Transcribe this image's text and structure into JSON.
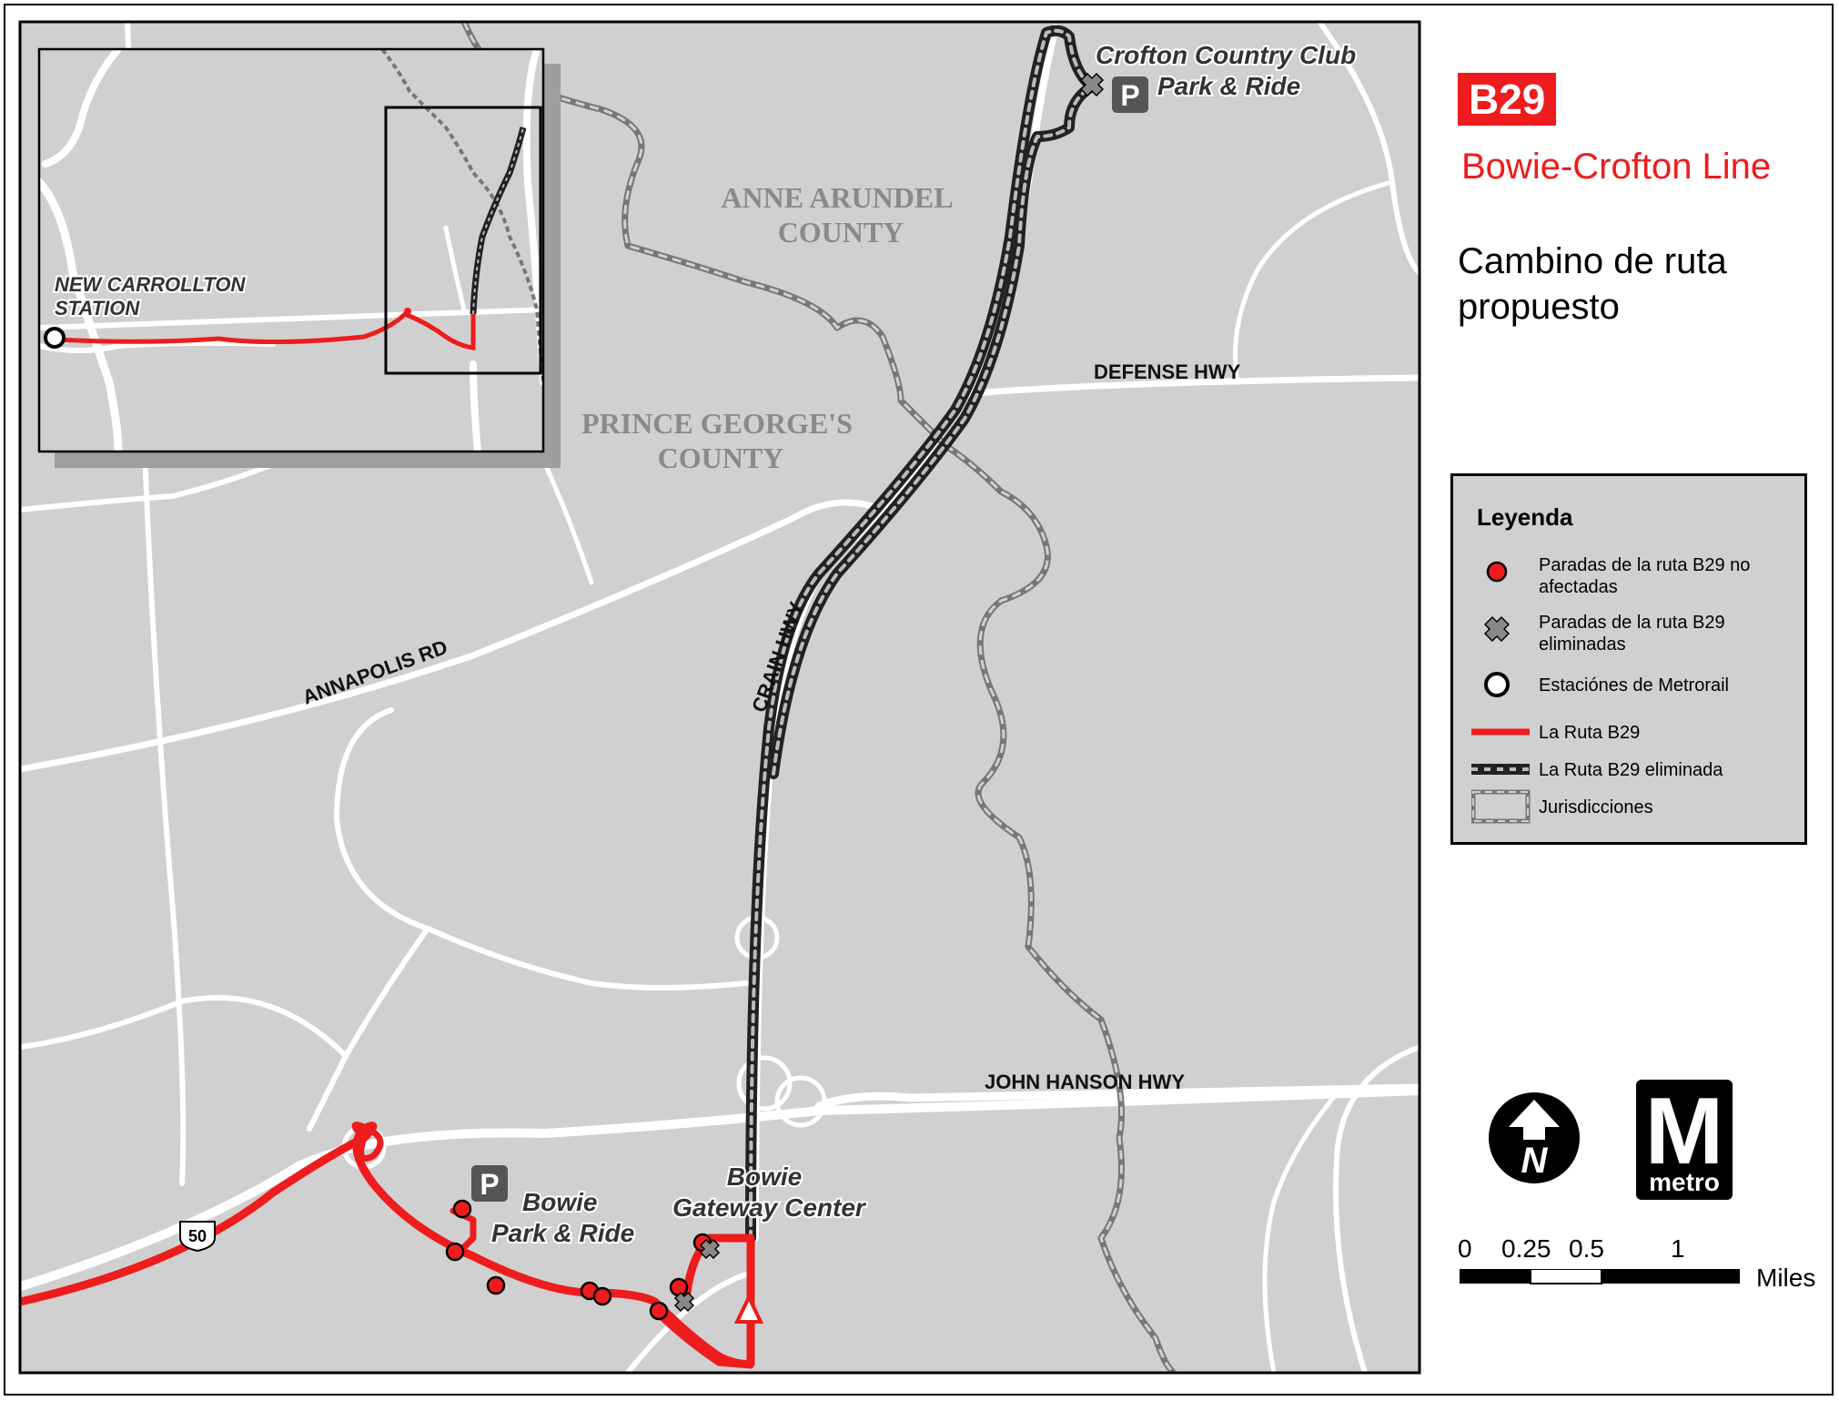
{
  "route": {
    "badge": "B29",
    "line_name": "Bowie-Crofton Line",
    "subtitle": "Cambino de ruta propuesto"
  },
  "map": {
    "places": {
      "crofton_line1": "Crofton Country Club",
      "crofton_line2": "Park & Ride",
      "bowie_gateway_line1": "Bowie",
      "bowie_gateway_line2": "Gateway Center",
      "bowie_park_line1": "Bowie",
      "bowie_park_line2": "Park & Ride",
      "new_carrollton_line1": "NEW CARROLLTON",
      "new_carrollton_line2": "STATION",
      "parking_symbol": "P"
    },
    "counties": {
      "anne_arundel_line1": "ANNE ARUNDEL",
      "anne_arundel_line2": "COUNTY",
      "prince_georges_line1": "PRINCE GEORGE'S",
      "prince_georges_line2": "COUNTY"
    },
    "roads": {
      "defense": "DEFENSE HWY",
      "john_hanson": "JOHN HANSON HWY",
      "annapolis": "ANNAPOLIS RD",
      "crain": "CRAIN HWY",
      "us50_shield": "50"
    },
    "colors": {
      "background": "#d0d0d0",
      "road": "#ffffff",
      "route": "#ee1c1c",
      "eliminated_route": "#222222",
      "jurisdiction": "#7a7a7a"
    }
  },
  "legend": {
    "title": "Leyenda",
    "items": [
      {
        "symbol": "red-stop-dot",
        "label": "Paradas de la ruta B29 no afectadas"
      },
      {
        "symbol": "grey-x-stop",
        "label": "Paradas de la ruta B29 eliminadas"
      },
      {
        "symbol": "metrorail-station-circle",
        "label": "Estaciónes de Metrorail"
      },
      {
        "symbol": "red-route-line",
        "label": "La Ruta B29"
      },
      {
        "symbol": "dashed-eliminated-line",
        "label": "La Ruta B29 eliminada"
      },
      {
        "symbol": "jurisdiction-box",
        "label": "Jurisdicciones"
      }
    ]
  },
  "north_arrow": {
    "letter": "N"
  },
  "logo": {
    "letter": "M",
    "word": "metro"
  },
  "scale": {
    "ticks": [
      "0",
      "0.25",
      "0.5",
      "1"
    ],
    "unit": "Miles"
  }
}
